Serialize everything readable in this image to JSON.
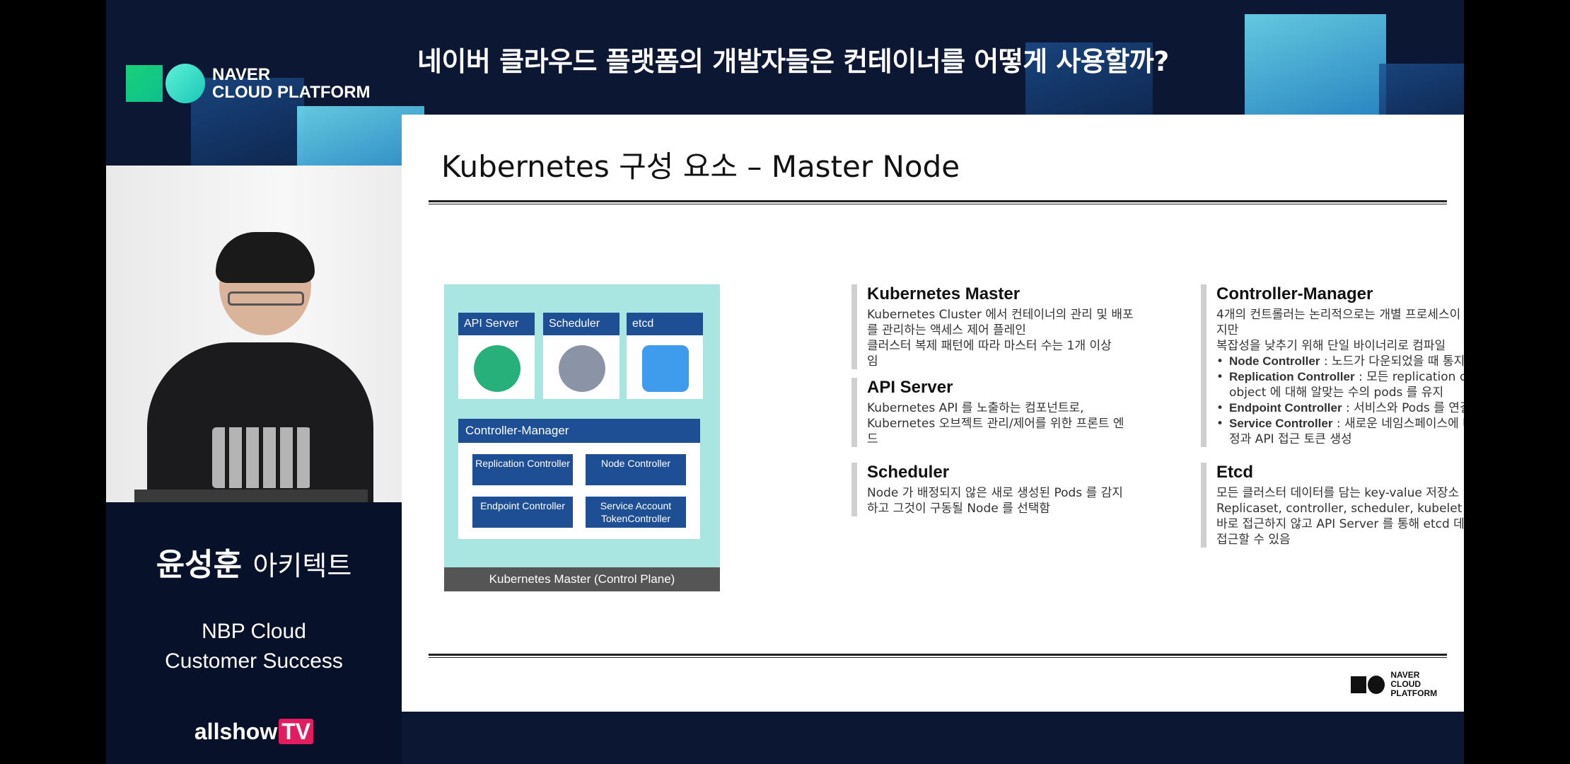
{
  "event": {
    "logo_line1": "NAVER",
    "logo_line2": "CLOUD PLATFORM",
    "headline": "네이버 클라우드 플랫폼의 개발자들은 컨테이너를 어떻게 사용할까?"
  },
  "speaker": {
    "name": "윤성훈",
    "role": "아키텍트",
    "org_line1": "NBP Cloud",
    "org_line2": "Customer Success",
    "brand": "allshow",
    "brand_tv": "TV"
  },
  "slide": {
    "title": "Kubernetes 구성 요소 – Master Node",
    "diagram": {
      "api_server": "API Server",
      "scheduler": "Scheduler",
      "etcd": "etcd",
      "controller_manager": "Controller-Manager",
      "replication": "Replication Controller",
      "node": "Node Controller",
      "endpoint": "Endpoint Controller",
      "service_account": "Service Account TokenController",
      "footer": "Kubernetes Master (Control Plane)"
    },
    "k8s_master": {
      "title": "Kubernetes Master",
      "line1": "Kubernetes Cluster 에서 컨테이너의 관리 및 배포",
      "line2": "를 관리하는 액세스 제어 플레인",
      "line3": "클러스터 복제 패턴에 따라 마스터 수는 1개 이상",
      "line4": "임"
    },
    "api_server": {
      "title": "API Server",
      "line1": "Kubernetes API 를 노출하는 컴포넌트로,",
      "line2": "Kubernetes 오브젝트 관리/제어를 위한 프론트 엔",
      "line3": "드"
    },
    "scheduler": {
      "title": "Scheduler",
      "line1": "Node 가 배정되지 않은 새로 생성된 Pods 를 감지",
      "line2": "하고 그것이 구동될 Node 를 선택함"
    },
    "controller_manager": {
      "title": "Controller-Manager",
      "line1": "4개의 컨트롤러는 논리적으로는 개별 프로세스이",
      "line2": "지만",
      "line3": "복잡성을 낮추기 위해 단일 바이너리로 컴파일",
      "items": [
        {
          "name": "Node Controller",
          "desc": " : 노드가 다운되었을 때 통지와 대응"
        },
        {
          "name": "Replication Controller",
          "desc": " : 모든 replication controller object 에 대해 알맞는 수의 pods 를 유지"
        },
        {
          "name": "Endpoint Controller",
          "desc": " : 서비스와 Pods 를 연결"
        },
        {
          "name": "Service Controller",
          "desc": " : 새로운 네임스페이스에 대한 기본 계정과 API 접근 토큰 생성"
        }
      ]
    },
    "etcd": {
      "title": "Etcd",
      "line1": "모든 클러스터 데이터를 담는 key-value 저장소",
      "line2": "Replicaset, controller, scheduler, kubelet 등은 etcd 에",
      "line3": "바로 접근하지 않고 API Server 를 통해 etcd 데이터에",
      "line4": "접근할 수 있음"
    },
    "logo_line1": "NAVER",
    "logo_line2": "CLOUD PLATFORM"
  }
}
